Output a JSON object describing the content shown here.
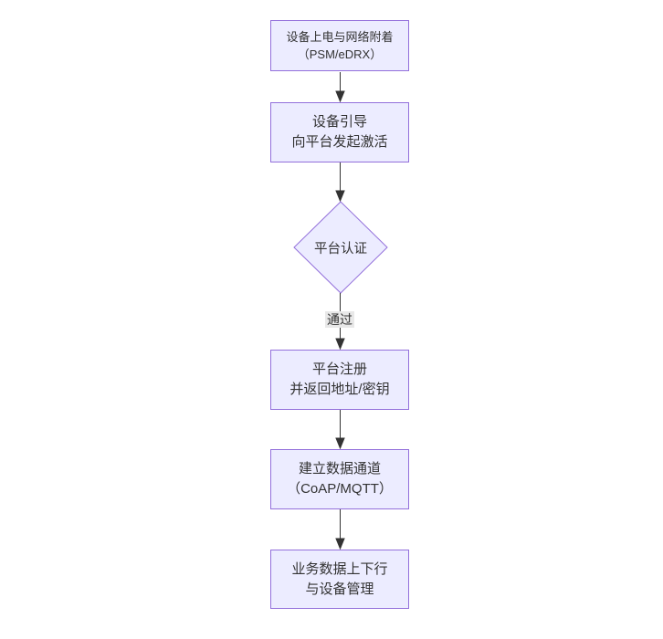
{
  "diagram": {
    "type": "flowchart",
    "direction": "top-to-bottom",
    "colors": {
      "node_fill": "#ECECFF",
      "node_border": "#9370DB",
      "text": "#333333",
      "edge": "#333333",
      "edge_label_bg": "#e8e8e8",
      "background": "#ffffff"
    },
    "nodes": [
      {
        "id": "power",
        "shape": "rect",
        "lines": [
          "设备上电与网络附着",
          "（PSM/eDRX）"
        ]
      },
      {
        "id": "boot",
        "shape": "rect",
        "lines": [
          "设备引导",
          "向平台发起激活"
        ]
      },
      {
        "id": "auth",
        "shape": "diamond",
        "lines": [
          "平台认证"
        ]
      },
      {
        "id": "register",
        "shape": "rect",
        "lines": [
          "平台注册",
          "并返回地址/密钥"
        ]
      },
      {
        "id": "channel",
        "shape": "rect",
        "lines": [
          "建立数据通道",
          "（CoAP/MQTT）"
        ]
      },
      {
        "id": "business",
        "shape": "rect",
        "lines": [
          "业务数据上下行",
          "与设备管理"
        ]
      }
    ],
    "edges": [
      {
        "from": "power",
        "to": "boot",
        "label": ""
      },
      {
        "from": "boot",
        "to": "auth",
        "label": ""
      },
      {
        "from": "auth",
        "to": "register",
        "label": "通过"
      },
      {
        "from": "register",
        "to": "channel",
        "label": ""
      },
      {
        "from": "channel",
        "to": "business",
        "label": ""
      }
    ]
  }
}
